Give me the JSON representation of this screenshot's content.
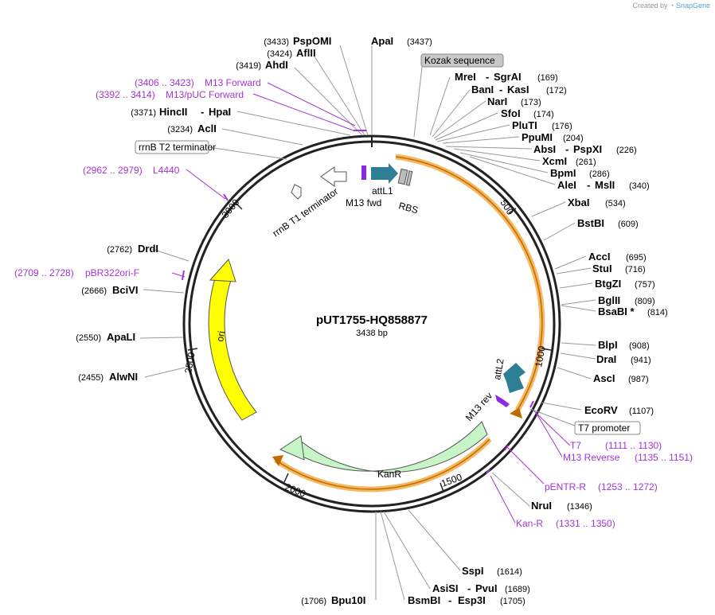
{
  "credit": {
    "prefix": "Created by",
    "brand": "SnapGene"
  },
  "plasmid": {
    "name": "pUT1755-HQ858877",
    "length": "3438 bp"
  },
  "ticks": [
    "500",
    "1000",
    "1500",
    "2000",
    "2500",
    "3000"
  ],
  "enzymes": [
    {
      "name": "PspOMI",
      "pos": "(3433)"
    },
    {
      "name": "ApaI",
      "pos": "(3437)"
    },
    {
      "name": "AflII",
      "pos": "(3424)"
    },
    {
      "name": "AhdI",
      "pos": "(3419)"
    },
    {
      "name": "HincII",
      "name2": "HpaI",
      "pos": "(3371)"
    },
    {
      "name": "AclI",
      "pos": "(3234)"
    },
    {
      "name": "MreI",
      "name2": "SgrAI",
      "pos": "(169)"
    },
    {
      "name": "BanI",
      "name2": "KasI",
      "pos": "(172)"
    },
    {
      "name": "NarI",
      "pos": "(173)"
    },
    {
      "name": "SfoI",
      "pos": "(174)"
    },
    {
      "name": "PluTI",
      "pos": "(176)"
    },
    {
      "name": "PpuMI",
      "pos": "(204)"
    },
    {
      "name": "AbsI",
      "name2": "PspXI",
      "pos": "(226)"
    },
    {
      "name": "XcmI",
      "pos": "(261)"
    },
    {
      "name": "BpmI",
      "pos": "(286)"
    },
    {
      "name": "AleI",
      "name2": "MslI",
      "pos": "(340)"
    },
    {
      "name": "XbaI",
      "pos": "(534)"
    },
    {
      "name": "BstBI",
      "pos": "(609)"
    },
    {
      "name": "AccI",
      "pos": "(695)"
    },
    {
      "name": "StuI",
      "pos": "(716)"
    },
    {
      "name": "BtgZI",
      "pos": "(757)"
    },
    {
      "name": "BglII",
      "pos": "(809)"
    },
    {
      "name": "BsaBI *",
      "pos": "(814)"
    },
    {
      "name": "BlpI",
      "pos": "(908)"
    },
    {
      "name": "DraI",
      "pos": "(941)"
    },
    {
      "name": "AscI",
      "pos": "(987)"
    },
    {
      "name": "EcoRV",
      "pos": "(1107)"
    },
    {
      "name": "NruI",
      "pos": "(1346)"
    },
    {
      "name": "SspI",
      "pos": "(1614)"
    },
    {
      "name": "AsiSI",
      "name2": "PvuI",
      "pos": "(1689)"
    },
    {
      "name": "BsmBI",
      "name2": "Esp3I",
      "pos": "(1705)"
    },
    {
      "name": "Bpu10I",
      "pos": "(1706)"
    },
    {
      "name": "AlwNI",
      "pos": "(2455)"
    },
    {
      "name": "ApaLI",
      "pos": "(2550)"
    },
    {
      "name": "BciVI",
      "pos": "(2666)"
    },
    {
      "name": "DrdI",
      "pos": "(2762)"
    }
  ],
  "primers": [
    {
      "range": "(3406 .. 3423)",
      "name": "M13 Forward"
    },
    {
      "range": "(3392 .. 3414)",
      "name": "M13/pUC Forward"
    },
    {
      "range": "(2962 .. 2979)",
      "name": "L4440"
    },
    {
      "range": "(2709 .. 2728)",
      "name": "pBR322ori-F"
    },
    {
      "name": "T7",
      "range": "(1111 .. 1130)"
    },
    {
      "name": "M13 Reverse",
      "range": "(1135 .. 1151)"
    },
    {
      "name": "pENTR-R",
      "range": "(1253 .. 1272)"
    },
    {
      "name": "Kan-R",
      "range": "(1331 .. 1350)"
    }
  ],
  "boxed_features": [
    "Kozak sequence",
    "rrnB T2 terminator",
    "T7 promoter"
  ],
  "map_features": [
    "attL1",
    "M13 fwd",
    "RBS",
    "rrnB T1 terminator",
    "ori",
    "KanR",
    "attL2",
    "M13 rev"
  ],
  "colors": {
    "backbone": "#222222",
    "orange_band": "#f4b860",
    "ori": "#ffff00",
    "kanr": "#c8f5c8",
    "att": "#2e7f95",
    "primer": "#a334d6"
  }
}
